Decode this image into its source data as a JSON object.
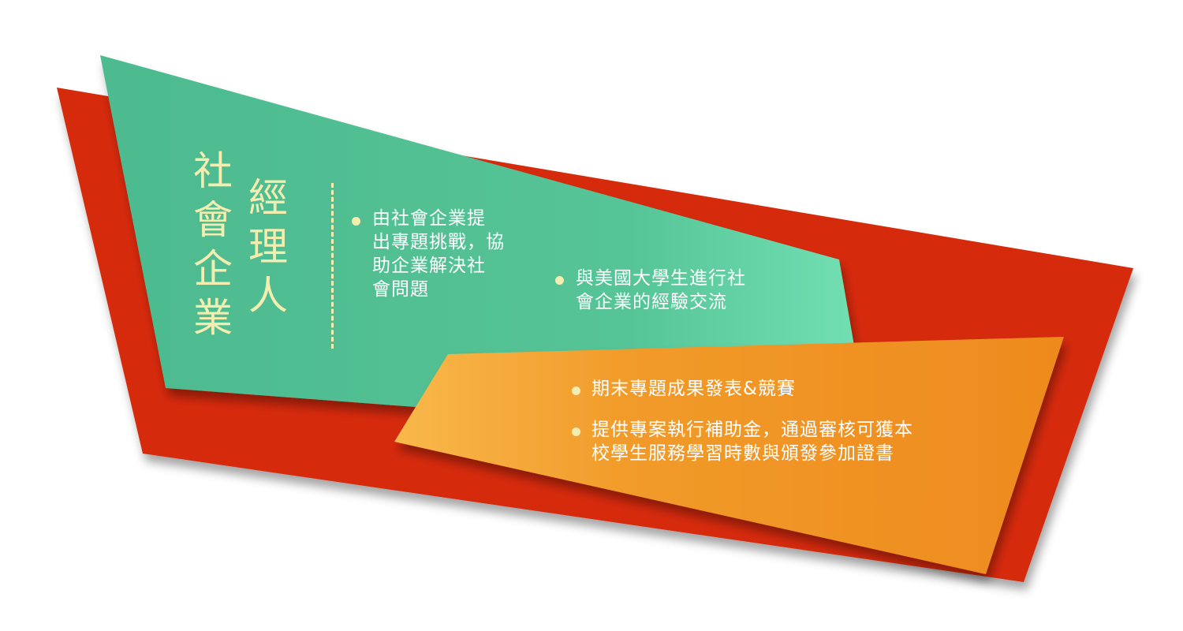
{
  "title": {
    "column1": [
      "社",
      "會",
      "企",
      "業"
    ],
    "column2": [
      "經",
      "理",
      "人"
    ]
  },
  "bullets_green": [
    {
      "lines": [
        "由社會企業提",
        "出專題挑戰，協",
        "助企業解決社",
        "會問題"
      ]
    },
    {
      "lines": [
        "與美國大學生進行社",
        "會企業的經驗交流"
      ]
    }
  ],
  "bullets_orange": [
    {
      "lines": [
        "期末專題成果發表&競賽"
      ]
    },
    {
      "lines": [
        "提供專案執行補助金，通過審核可獲本",
        "校學生服務學習時數與頒發參加證書"
      ]
    }
  ],
  "colors": {
    "red": "#d62a0c",
    "green_start": "#4dba8f",
    "green_end": "#6fdcb0",
    "orange_start": "#f7b33c",
    "orange_end": "#ee8a1e",
    "title_text": "#f3edb0",
    "dot": "#f3edb0",
    "body_text": "#ffffff"
  }
}
